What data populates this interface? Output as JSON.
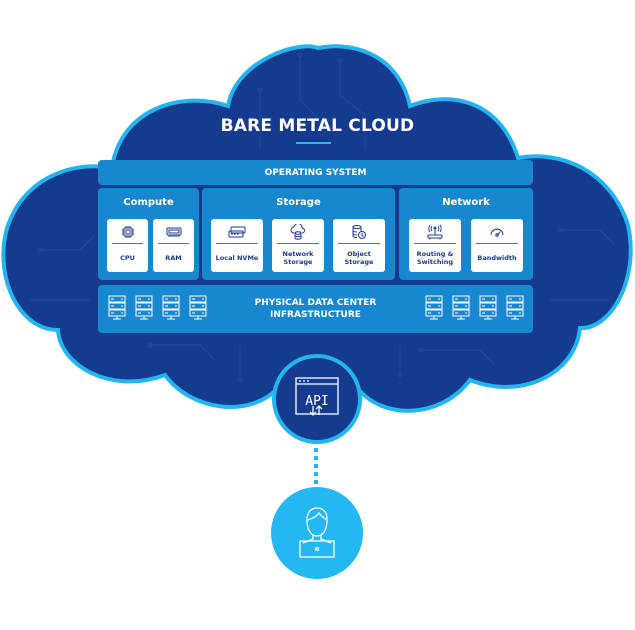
{
  "title": "BARE METAL CLOUD",
  "colors": {
    "cloud_fill": "#153b8f",
    "cloud_outline": "#22b5f0",
    "panel": "#1787d0",
    "card": "#ffffff",
    "card_text": "#1a3a8a",
    "user_circle": "#23b7f3"
  },
  "operating_system": "OPERATING SYSTEM",
  "groups": {
    "compute": {
      "title": "Compute",
      "items": [
        {
          "label": "CPU",
          "icon": "cpu-chip-icon"
        },
        {
          "label": "RAM",
          "icon": "ram-module-icon"
        }
      ]
    },
    "storage": {
      "title": "Storage",
      "items": [
        {
          "label": "Local NVMe",
          "icon": "nvme-drive-icon"
        },
        {
          "label": "Network Storage",
          "icon": "cloud-database-icon"
        },
        {
          "label": "Object Storage",
          "icon": "object-database-icon"
        }
      ]
    },
    "network": {
      "title": "Network",
      "items": [
        {
          "label": "Routing & Switching",
          "icon": "router-antenna-icon"
        },
        {
          "label": "Bandwidth",
          "icon": "speedometer-icon"
        }
      ]
    }
  },
  "infrastructure": {
    "label_line1": "PHYSICAL DATA CENTER",
    "label_line2": "INFRASTRUCTURE",
    "icon": "server-rack-icon",
    "left_count": 4,
    "right_count": 4
  },
  "api": {
    "label": "API",
    "icon": "api-window-icon"
  },
  "user": {
    "icon": "user-laptop-icon"
  }
}
